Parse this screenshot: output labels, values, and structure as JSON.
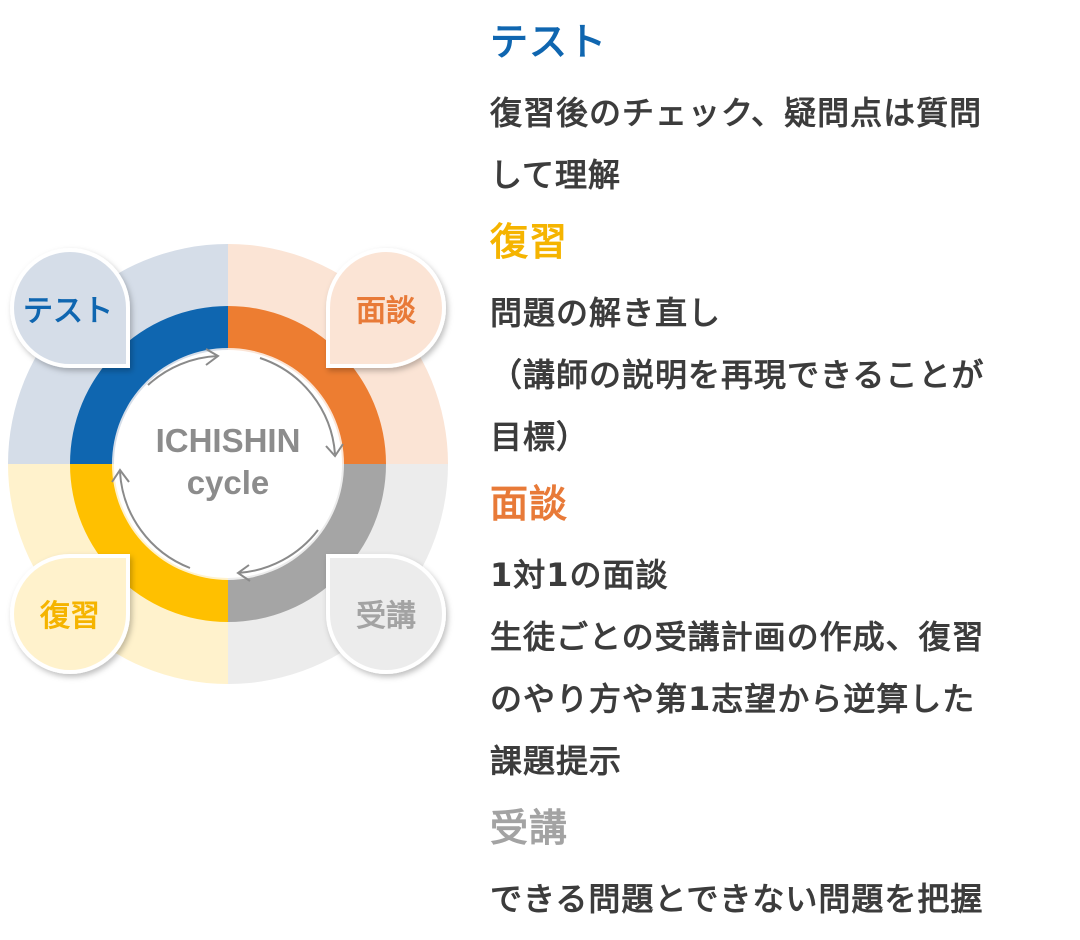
{
  "diagram": {
    "center_text_line1": "ICHISHIN",
    "center_text_line2": "cycle",
    "petals": {
      "test": {
        "label": "テスト",
        "text_color": "#0f66b0",
        "bg_color": "#d5dde8"
      },
      "mendan": {
        "label": "面談",
        "text_color": "#e87a38",
        "bg_color": "#fbe4d5"
      },
      "juko": {
        "label": "受講",
        "text_color": "#a3a3a3",
        "bg_color": "#ececec"
      },
      "fukushu": {
        "label": "復習",
        "text_color": "#f5b400",
        "bg_color": "#fff2cc"
      }
    },
    "ring_colors": {
      "blue": "#0f66b0",
      "orange": "#ed7d31",
      "gray": "#a5a5a5",
      "yellow": "#ffc000"
    }
  },
  "sections": [
    {
      "heading": "テスト",
      "heading_color": "#0f66b0",
      "lines": [
        "復習後のチェック、疑問点は質問",
        "して理解"
      ]
    },
    {
      "heading": "復習",
      "heading_color": "#f5b400",
      "lines": [
        "問題の解き直し",
        "（講師の説明を再現できることが",
        "目標）"
      ]
    },
    {
      "heading": "面談",
      "heading_color": "#e87a38",
      "lines": [
        "1対1の面談",
        "生徒ごとの受講計画の作成、復習",
        "のやり方や第1志望から逆算した",
        "課題提示"
      ]
    },
    {
      "heading": "受講",
      "heading_color": "#a3a3a3",
      "lines": [
        "できる問題とできない問題を把握"
      ]
    }
  ]
}
